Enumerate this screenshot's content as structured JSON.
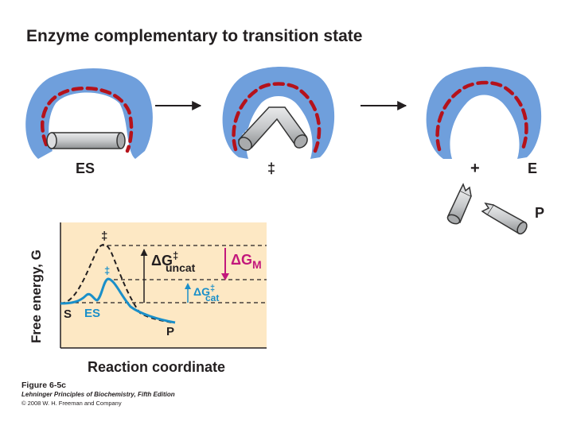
{
  "title": "Enzyme complementary to transition state",
  "stages": {
    "es": "ES",
    "ts": "‡",
    "plus": "+",
    "e": "E",
    "p": "P"
  },
  "plot": {
    "ylabel": "Free energy, G",
    "xlabel": "Reaction coordinate",
    "ts_uncat": "‡",
    "ts_cat": "‡",
    "s": "S",
    "es": "ES",
    "p": "P",
    "dg_uncat_main": "ΔG",
    "dg_uncat_sup": "‡",
    "dg_uncat_sub": "uncat",
    "dg_m_main": "ΔG",
    "dg_m_sub": "M",
    "dg_cat_main": "ΔG",
    "dg_cat_sup": "‡",
    "dg_cat_sub": "cat"
  },
  "caption": {
    "figure": "Figure 6-5c",
    "book": "Lehninger Principles of Biochemistry, Fifth Edition",
    "copyright": "© 2008 W. H. Freeman and Company"
  },
  "colors": {
    "enzyme": "#6f9fdc",
    "dashes": "#b5121b",
    "substrate": "#c6c8ca",
    "plot_bg": "#fde8c4",
    "catalyzed_curve": "#1a8fc9",
    "delta_gm": "#c2187c"
  }
}
